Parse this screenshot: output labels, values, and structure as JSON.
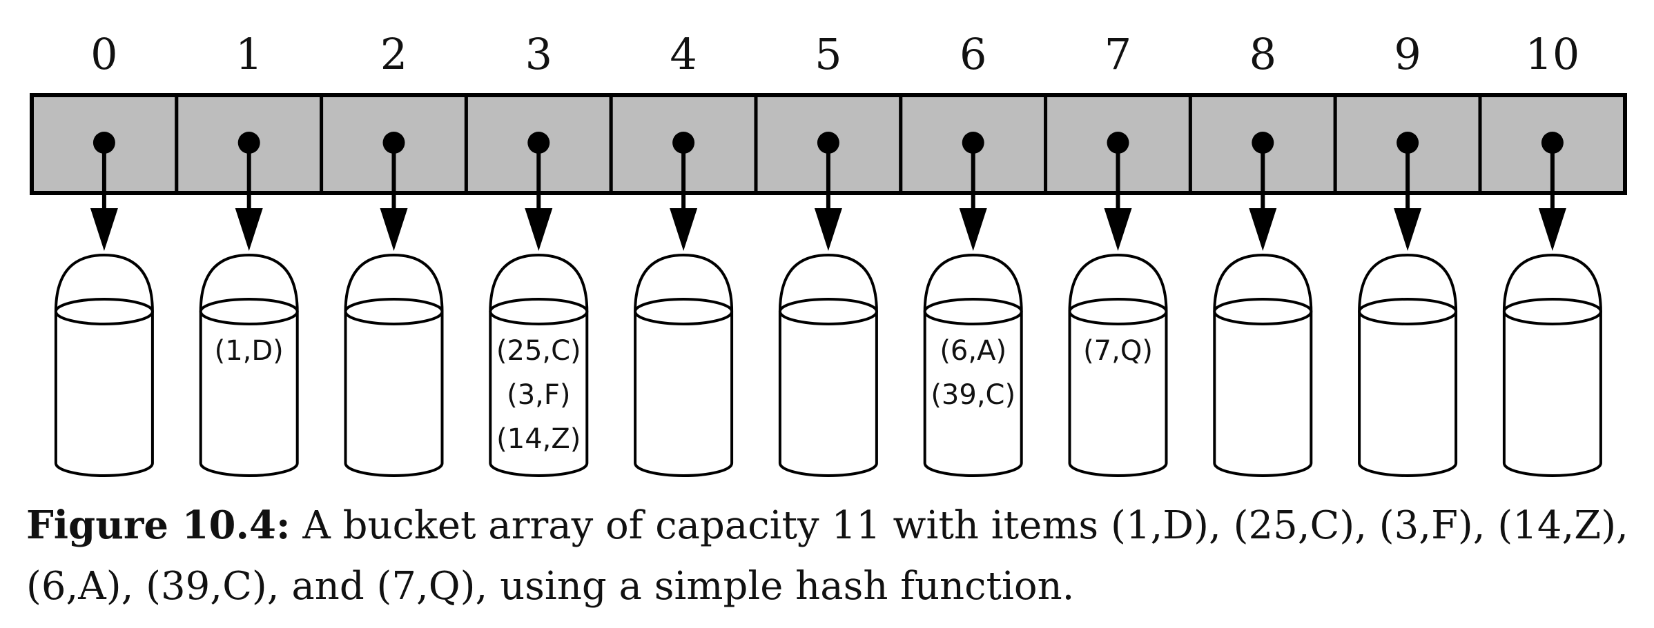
{
  "figure": {
    "label": "Figure 10.4:",
    "text": "A bucket array of capacity 11 with items (1,D), (25,C), (3,F), (14,Z), (6,A), (39,C), and (7,Q), using a simple hash function."
  },
  "colors": {
    "cell_fill": "#bdbdbd",
    "stroke": "#000000",
    "bucket_fill": "#ffffff"
  },
  "bucket_array": {
    "capacity": 11,
    "slots": [
      {
        "index": "0",
        "items": []
      },
      {
        "index": "1",
        "items": [
          "(1,D)"
        ]
      },
      {
        "index": "2",
        "items": []
      },
      {
        "index": "3",
        "items": [
          "(25,C)",
          "(3,F)",
          "(14,Z)"
        ]
      },
      {
        "index": "4",
        "items": []
      },
      {
        "index": "5",
        "items": []
      },
      {
        "index": "6",
        "items": [
          "(6,A)",
          "(39,C)"
        ]
      },
      {
        "index": "7",
        "items": [
          "(7,Q)"
        ]
      },
      {
        "index": "8",
        "items": []
      },
      {
        "index": "9",
        "items": []
      },
      {
        "index": "10",
        "items": []
      }
    ]
  }
}
